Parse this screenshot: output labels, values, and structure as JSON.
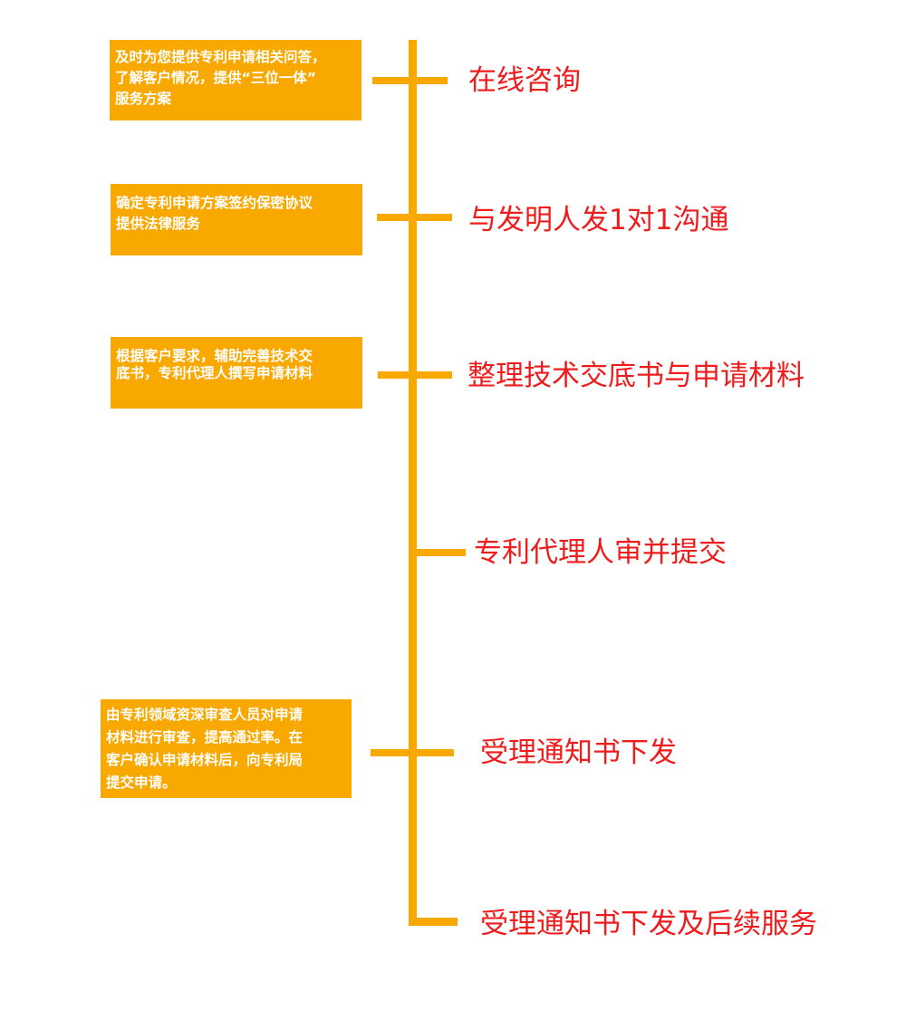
{
  "colors": {
    "accent": "#f9a800",
    "label": "#ee1c1c"
  },
  "steps": [
    {
      "title": "在线咨询",
      "desc": [
        "及时为您提供专利申请相关问答，",
        "了解客户情况，提供“三位一体”",
        "服务方案"
      ]
    },
    {
      "title": "与发明人发1对1沟通",
      "desc": [
        "确定专利申请方案签约保密协议",
        "提供法律服务"
      ]
    },
    {
      "title": "整理技术交底书与申请材料",
      "desc": [
        "根据客户要求，辅助完善技术交",
        "底书，专利代理人撰写申请材料"
      ]
    },
    {
      "title": "专利代理人审并提交"
    },
    {
      "title": "受理通知书下发",
      "desc": [
        "由专利领域资深审查人员对申请",
        "材料进行审查，提高通过率。在",
        "客户确认申请材料后，向专利局",
        "提交申请。"
      ]
    },
    {
      "title": "受理通知书下发及后续服务"
    }
  ]
}
